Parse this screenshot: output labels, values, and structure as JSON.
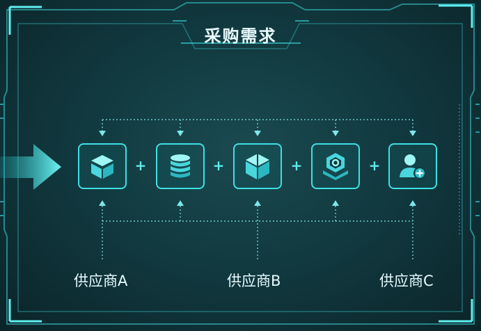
{
  "title": "采购需求",
  "nodes": [
    {
      "icon": "cube-icon"
    },
    {
      "icon": "database-icon"
    },
    {
      "icon": "box-icon"
    },
    {
      "icon": "badge-icon"
    },
    {
      "icon": "add-user-icon"
    }
  ],
  "connector_symbol": "+",
  "suppliers": [
    "供应商A",
    "供应商B",
    "供应商C"
  ],
  "colors": {
    "accent": "#3fe0e4",
    "text": "#e8fbff",
    "background": "#113a40"
  }
}
